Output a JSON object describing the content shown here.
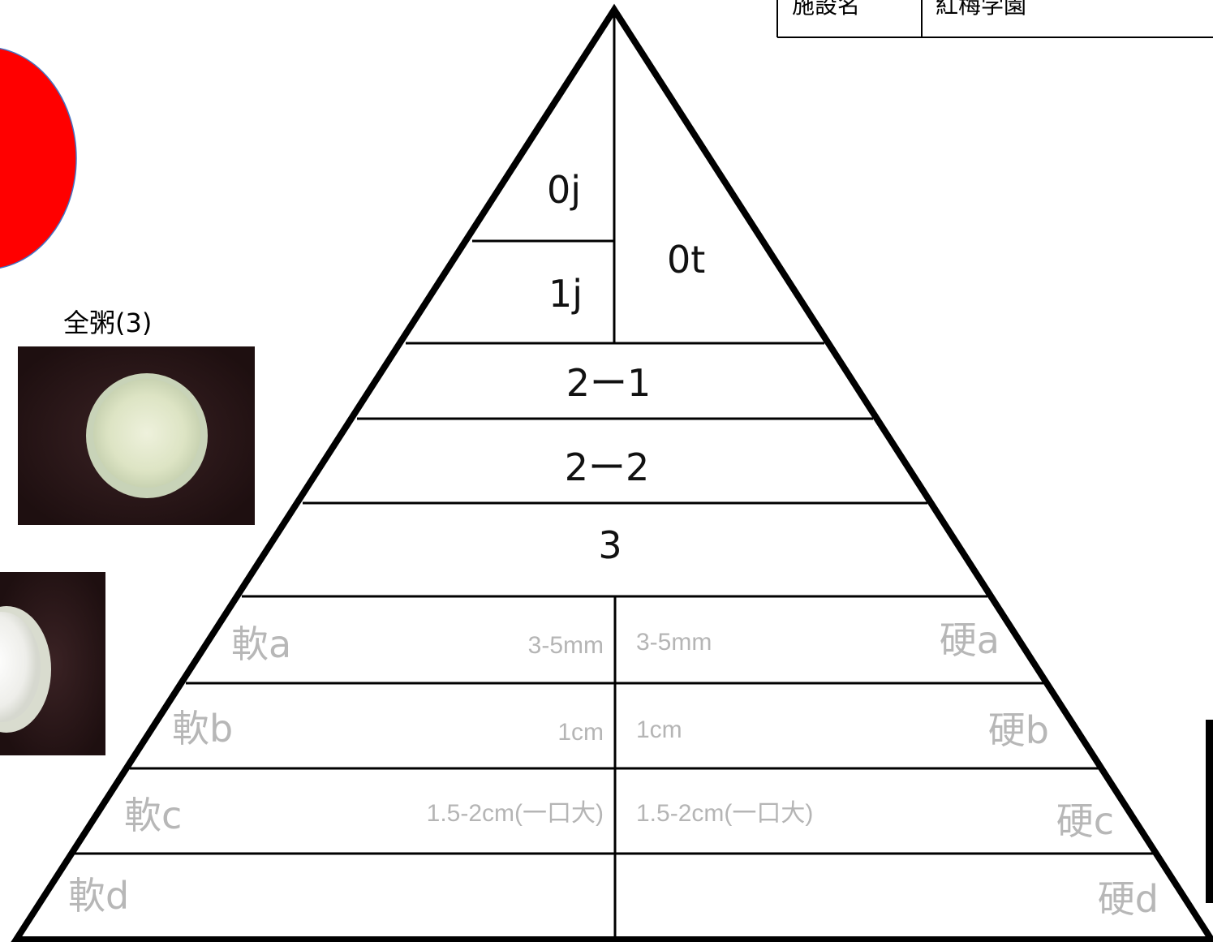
{
  "header": {
    "label": "施設名",
    "value": "紅梅学園"
  },
  "photos": {
    "top_caption": "全粥(3)"
  },
  "pyramid": {
    "levels": {
      "l_0j": "0j",
      "l_1j": "1j",
      "l_0t": "0t",
      "l_2_1": "2ー1",
      "l_2_2": "2ー2",
      "l_3": "3"
    },
    "soft": {
      "a": "軟a",
      "b": "軟b",
      "c": "軟c",
      "d": "軟d"
    },
    "hard": {
      "a": "硬a",
      "b": "硬b",
      "c": "硬c",
      "d": "硬d"
    },
    "sizes": {
      "a": "3-5mm",
      "b": "1cm",
      "c": "1.5-2cm(一口大)"
    }
  },
  "colors": {
    "accent_red": "#ff0000",
    "photo_background": "#1e0f10",
    "line": "#000000",
    "muted_text": "#b7b7b7"
  }
}
